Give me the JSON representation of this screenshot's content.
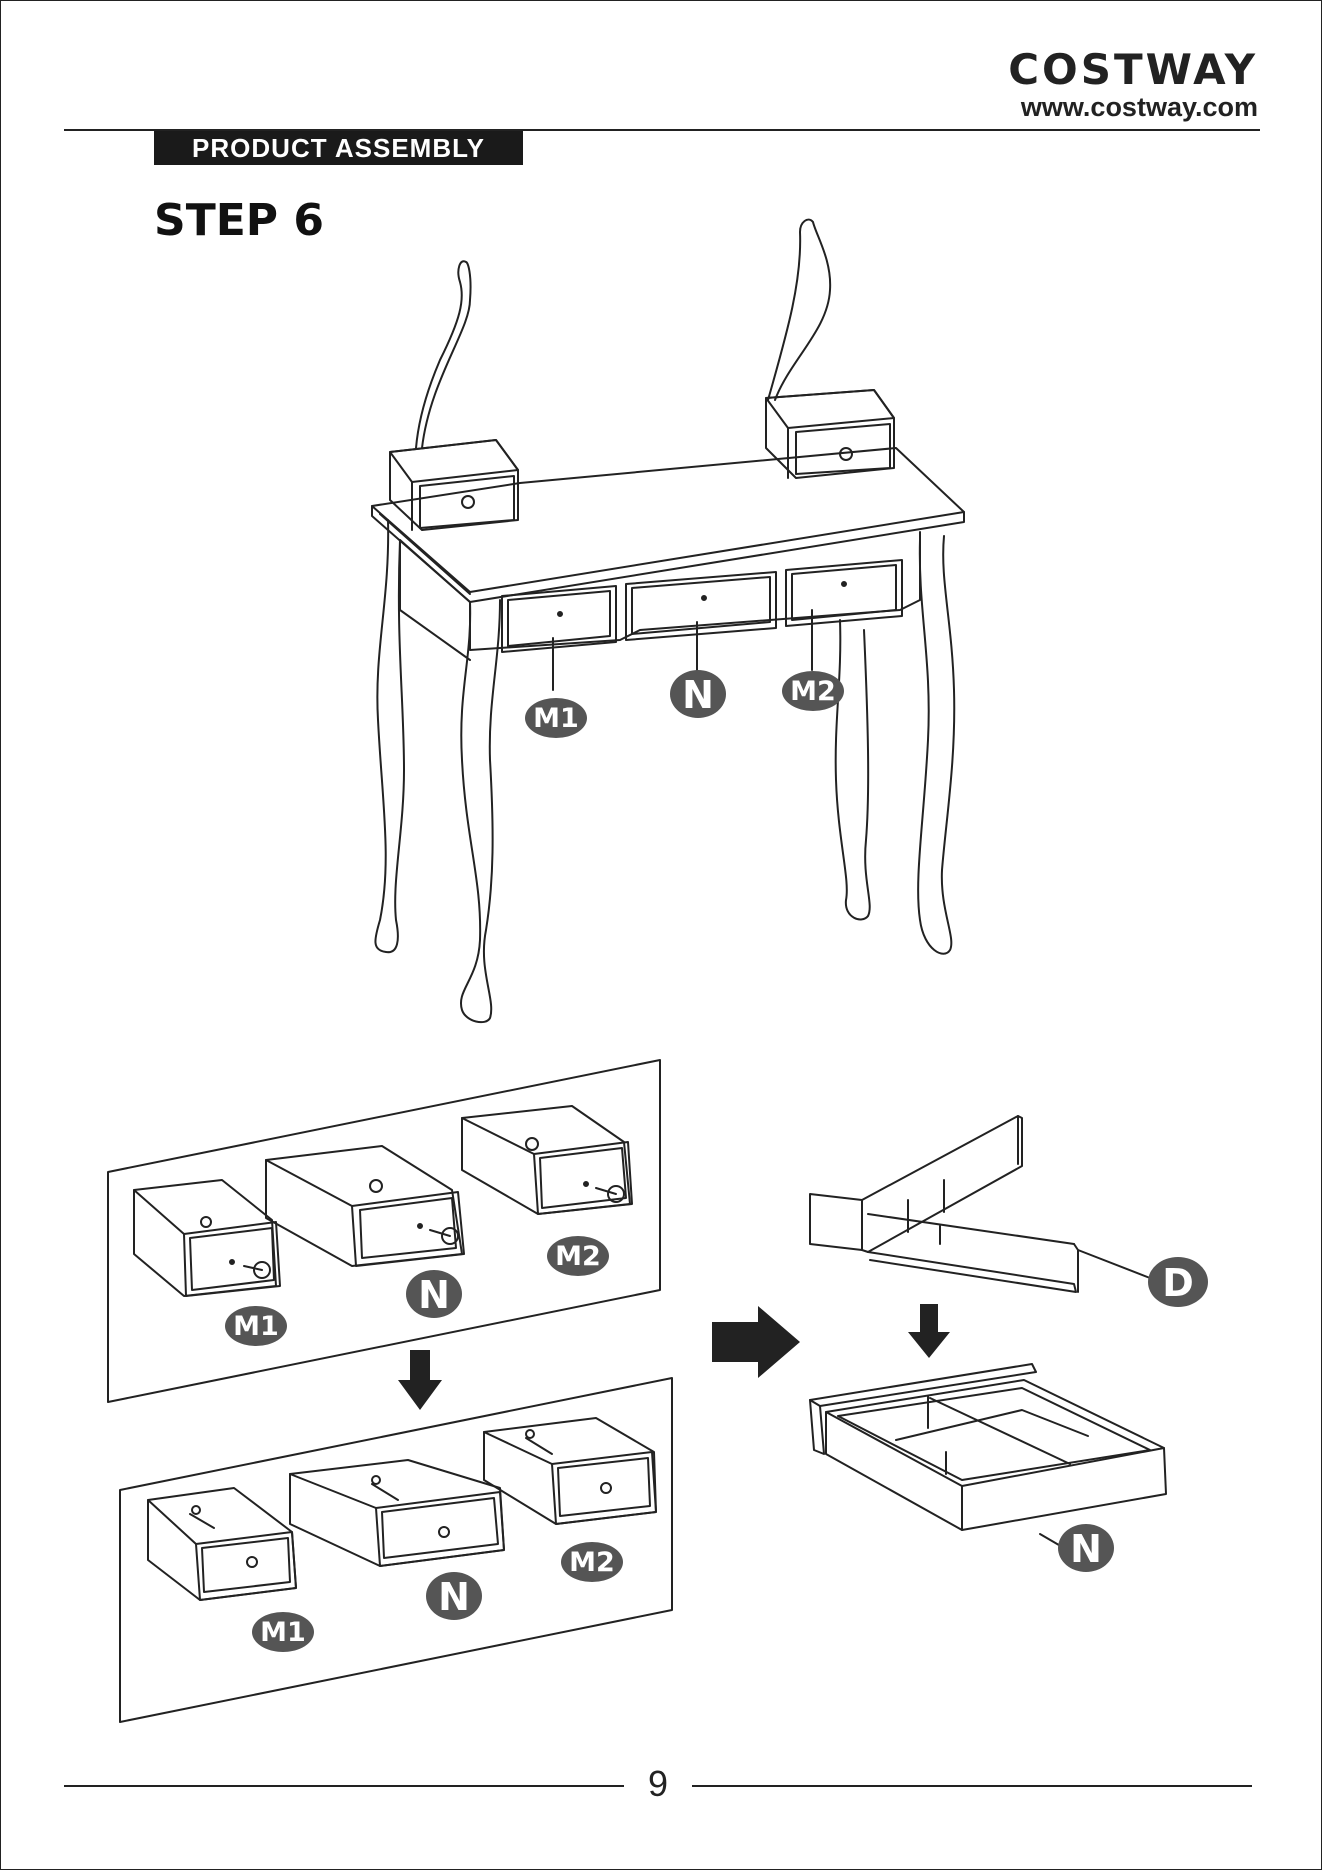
{
  "header": {
    "brand": "COSTWAY",
    "url": "www.costway.com"
  },
  "section_title": "PRODUCT ASSEMBLY",
  "step_title": "STEP 6",
  "labels": {
    "m1": "M1",
    "n": "N",
    "m2": "M2",
    "d": "D"
  },
  "footer": {
    "page_number": "9"
  },
  "colors": {
    "label_fill": "#555555",
    "line": "#222222"
  }
}
